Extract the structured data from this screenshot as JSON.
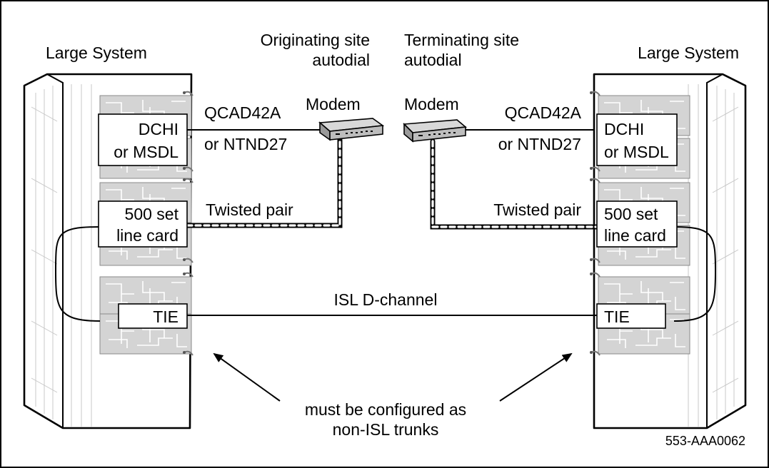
{
  "left_system": {
    "title": "Large System",
    "dchi_label_1": "DCHI",
    "dchi_label_2": "or MSDL",
    "linecard_label_1": "500 set",
    "linecard_label_2": "line card",
    "tie_label": "TIE"
  },
  "right_system": {
    "title": "Large System",
    "dchi_label_1": "DCHI",
    "dchi_label_2": "or MSDL",
    "linecard_label_1": "500 set",
    "linecard_label_2": "line card",
    "tie_label": "TIE"
  },
  "originating": {
    "line1": "Originating site",
    "line2": "autodial"
  },
  "terminating": {
    "line1": "Terminating site",
    "line2": "autodial"
  },
  "modem_left": {
    "label": "Modem"
  },
  "modem_right": {
    "label": "Modem"
  },
  "cable_left": {
    "line1": "QCAD42A",
    "line2": "or NTND27"
  },
  "cable_right": {
    "line1": "QCAD42A",
    "line2": "or NTND27"
  },
  "twisted_pair_left": "Twisted pair",
  "twisted_pair_right": "Twisted pair",
  "isl_link": "ISL D-channel",
  "note": {
    "line1": "must be configured as",
    "line2": "non-ISL trunks"
  },
  "figure_id": "553-AAA0062"
}
